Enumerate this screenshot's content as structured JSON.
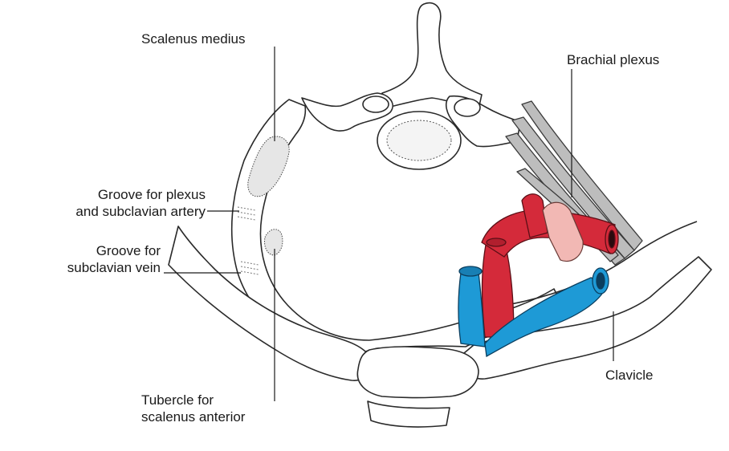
{
  "labels": {
    "scalenus_medius": "Scalenus medius",
    "brachial_plexus": "Brachial plexus",
    "groove_plexus_line1": "Groove for plexus",
    "groove_plexus_line2": "and subclavian artery",
    "groove_vein_line1": "Groove for",
    "groove_vein_line2": "subclavian vein",
    "clavicle": "Clavicle",
    "tubercle_line1": "Tubercle for",
    "tubercle_line2": "scalenus anterior"
  },
  "colors": {
    "artery": "#d42a3a",
    "vein": "#1e9ad6",
    "plexus_root": "#f2b8b4",
    "bone_outline": "#2a2a2a",
    "background": "#ffffff"
  }
}
